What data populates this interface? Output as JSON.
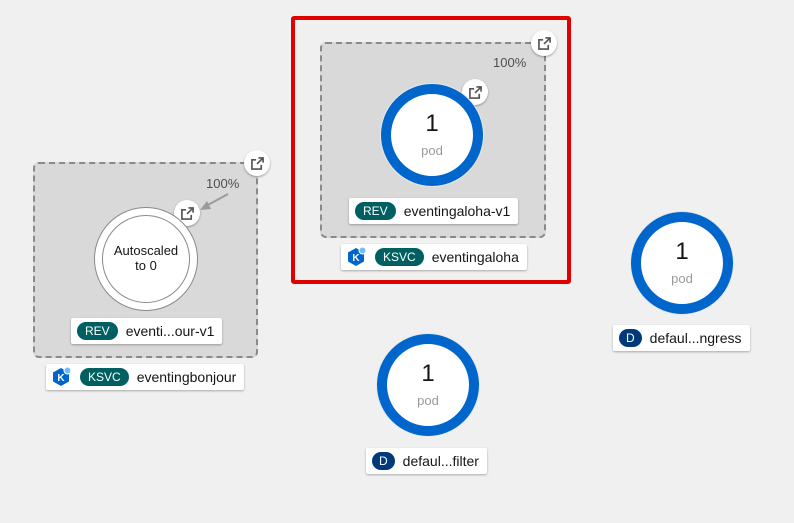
{
  "colors": {
    "canvas": "#f0f0f0",
    "selection": "#e00000",
    "pod_ring": "#0066cc",
    "rev_badge": "#005f60",
    "d_badge": "#003a7a"
  },
  "icons": {
    "external_link": "external-link-icon",
    "knative": "knative-icon"
  },
  "topology": {
    "eventingaloha": {
      "traffic": "100%",
      "pod_count": "1",
      "pod_unit": "pod",
      "revision": {
        "badge": "REV",
        "name": "eventingaloha-v1"
      },
      "service": {
        "badge": "KSVC",
        "name": "eventingaloha"
      },
      "selected": true
    },
    "eventingbonjour": {
      "traffic": "100%",
      "status_line1": "Autoscaled",
      "status_line2": "to 0",
      "revision": {
        "badge": "REV",
        "name": "eventi...our-v1"
      },
      "service": {
        "badge": "KSVC",
        "name": "eventingbonjour"
      }
    },
    "default_ingress": {
      "pod_count": "1",
      "pod_unit": "pod",
      "badge": "D",
      "name": "defaul...ngress"
    },
    "default_filter": {
      "pod_count": "1",
      "pod_unit": "pod",
      "badge": "D",
      "name": "defaul...filter"
    }
  }
}
